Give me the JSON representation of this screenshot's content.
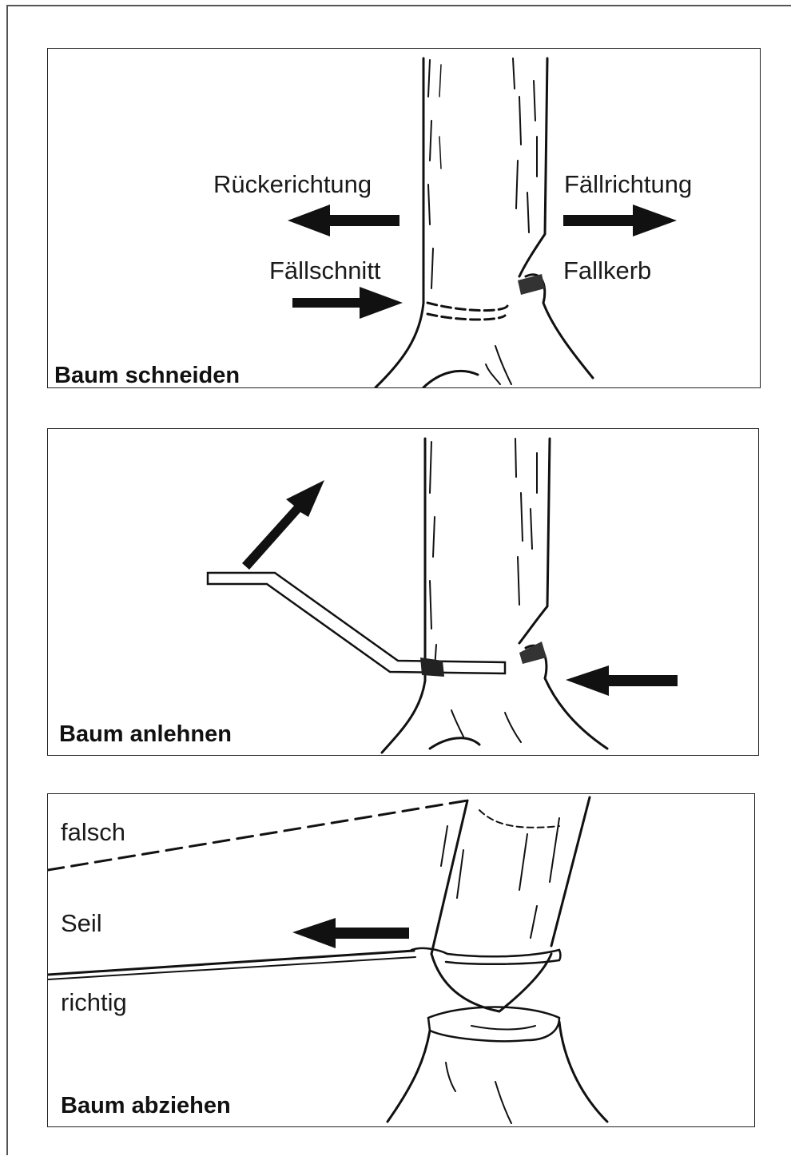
{
  "panels": [
    {
      "title": "Baum schneiden",
      "labels": {
        "rueckerichtung": "Rückerichtung",
        "faellrichtung": "Fällrichtung",
        "faellschnitt": "Fällschnitt",
        "fallkerb": "Fallkerb"
      }
    },
    {
      "title": "Baum anlehnen"
    },
    {
      "title": "Baum abziehen",
      "labels": {
        "falsch": "falsch",
        "seil": "Seil",
        "richtig": "richtig"
      }
    }
  ]
}
